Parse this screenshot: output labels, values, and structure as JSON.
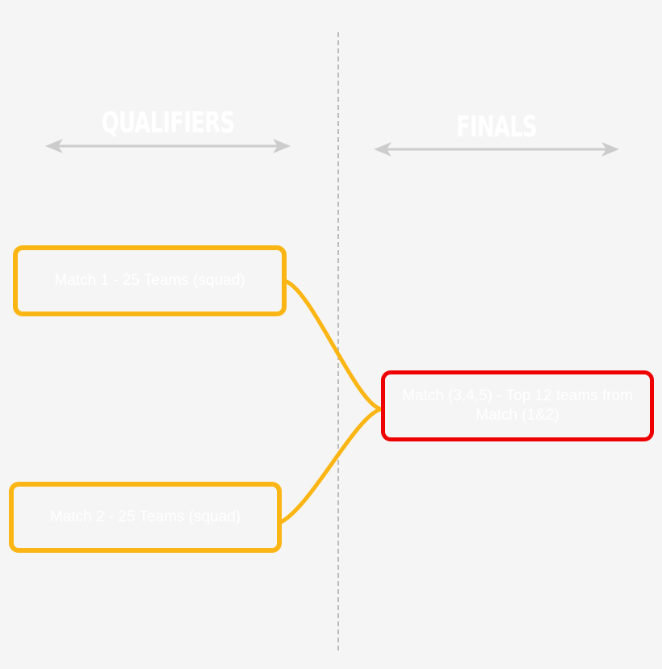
{
  "phases": {
    "qualifiers": {
      "title": "QUALIFIERS"
    },
    "finals": {
      "title": "FINALS"
    }
  },
  "nodes": {
    "match1": {
      "label": "Match 1 - 25 Teams (squad)"
    },
    "match2": {
      "label": "Match 2 - 25 Teams (squad)"
    },
    "finals_match": {
      "label": "Match (3,4,5) - Top 12 teams from Match (1&2)"
    }
  },
  "edges": [
    {
      "from": "match1",
      "to": "finals_match"
    },
    {
      "from": "match2",
      "to": "finals_match"
    }
  ],
  "colors": {
    "background": "#f5f5f5",
    "qualifier_border": "#fbb615",
    "final_border": "#ee0000",
    "arrow": "#cccccc",
    "divider": "#bbbbbb",
    "text": "#ffffff"
  }
}
